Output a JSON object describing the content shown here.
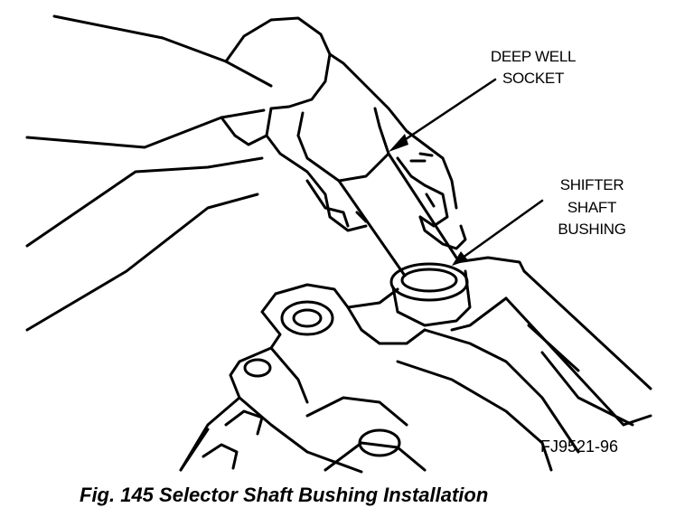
{
  "figure": {
    "callouts": {
      "deep_well_socket": [
        "DEEP WELL",
        "SOCKET"
      ],
      "shifter_shaft_bushing": [
        "SHIFTER",
        "SHAFT",
        "BUSHING"
      ]
    },
    "drawing_code": "FJ9521-96",
    "caption": "Fig. 145 Selector Shaft Bushing Installation"
  }
}
